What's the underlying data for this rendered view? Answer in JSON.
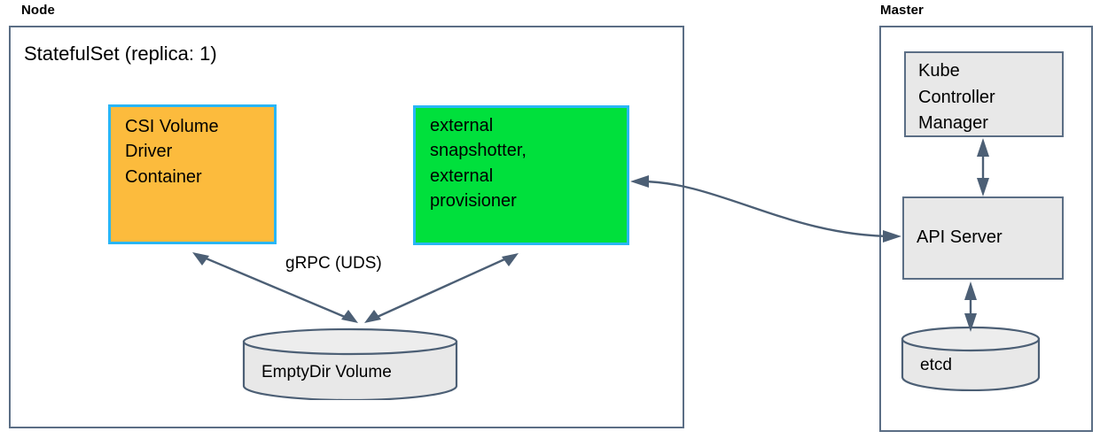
{
  "diagram": {
    "title_node": "Node",
    "title_master": "Master",
    "node": {
      "statefulset_label": "StatefulSet (replica: 1)",
      "csi_driver": {
        "lines": [
          "CSI Volume",
          "Driver",
          "Container"
        ],
        "fill": "#fcbb3d",
        "border": "#29b6f6"
      },
      "sidecars": {
        "lines": [
          "external",
          "snapshotter,",
          "external",
          "provisioner"
        ],
        "fill": "#00e03c",
        "border": "#29b6f6"
      },
      "volume": {
        "label": "EmptyDir Volume",
        "fill": "#e8e8e8",
        "border": "#4c5f75"
      },
      "grpc_label": "gRPC (UDS)"
    },
    "master": {
      "kube_controller_manager": {
        "lines": [
          "Kube",
          "Controller",
          "Manager"
        ],
        "fill": "#e8e8e8",
        "border": "#5b6e85"
      },
      "api_server": {
        "label": "API Server",
        "fill": "#e8e8e8",
        "border": "#5b6e85"
      },
      "etcd": {
        "label": "etcd",
        "fill": "#e8e8e8",
        "border": "#4c5f75"
      }
    },
    "colors": {
      "container_border": "#5b6e85",
      "edge_stroke": "#4c5f75",
      "background": "#ffffff"
    }
  }
}
